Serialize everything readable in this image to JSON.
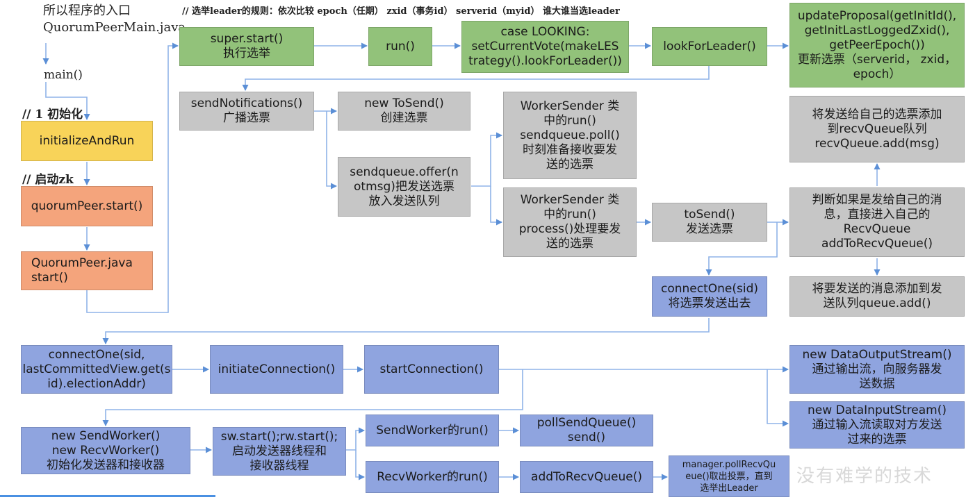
{
  "title_rule": "// 选举leader的规则：依次比较 epoch（任期）  zxid（事务id）  serverid（myid）  谁大谁当选leader",
  "entry_note": "所以程序的入口\nQuorumPeerMain.java",
  "main_label": "main()",
  "init_comment": "// 1 初始化",
  "start_comment": "// 启动zk",
  "watermark": "没有难学的技术",
  "nodes": {
    "initialize": "initializeAndRun",
    "quorum_start": "quorumPeer.start()",
    "quorum_java": "QuorumPeer.java\nstart()",
    "super_start": "super.start()\n执行选举",
    "run": "run()",
    "case_looking": "case LOOKING:\nsetCurrentVote(makeLES\ntrategy().lookForLeader())",
    "look_for_leader": "lookForLeader()",
    "update_proposal": "updateProposal(getInitId(),\ngetInitLastLoggedZxid(),\ngetPeerEpoch())\n更新选票（serverid， zxid，\nepoch）",
    "send_notifications": "sendNotifications()\n广播选票",
    "new_tosend": "new ToSend()\n创建选票",
    "sendqueue_offer": "sendqueue.offer(n\notmsg)把发送选票\n放入发送队列",
    "worker_sender_poll": "WorkerSender 类\n中的run()\nsendqueue.poll()\n时刻准备接收要发\n送的选票",
    "worker_sender_process": "WorkerSender 类\n中的run()\nprocess()处理要发\n送的选票",
    "tosend": "toSend()\n发送选票",
    "add_to_recv_self": "将发送给自己的选票添加\n到recvQueue队列\nrecvQueue.add(msg)",
    "judge_self": "判断如果是发给自己的消\n息，直接进入自己的\nRecvQueue\naddToRecvQueue()",
    "add_send_queue": "将要发送的消息添加到发\n送队列queue.add()",
    "connect_one_sid": "connectOne(sid)\n将选票发送出去",
    "connect_one_full": "connectOne(sid,\nlastCommittedView.get(s\nid).electionAddr)",
    "initiate_connection": "initiateConnection()",
    "start_connection": "startConnection()",
    "data_output": "new DataOutputStream()\n通过输出流，向服务器发\n送数据",
    "data_input": "new DataInputStream()\n通过输入流读取对方发送\n过来的选票",
    "new_workers": "new SendWorker()\nnew RecvWorker()\n初始化发送器和接收器",
    "sw_rw_start": "sw.start();rw.start();\n启动发送器线程和\n接收器线程",
    "sendworker_run": "SendWorker的run()",
    "recvworker_run": "RecvWorker的run()",
    "poll_send_queue": "pollSendQueue()\nsend()",
    "add_to_recv_queue": "addToRecvQueue()",
    "manager_poll": "manager.pollRecvQu\neue()取出投票，直到\n选举出Leader"
  }
}
